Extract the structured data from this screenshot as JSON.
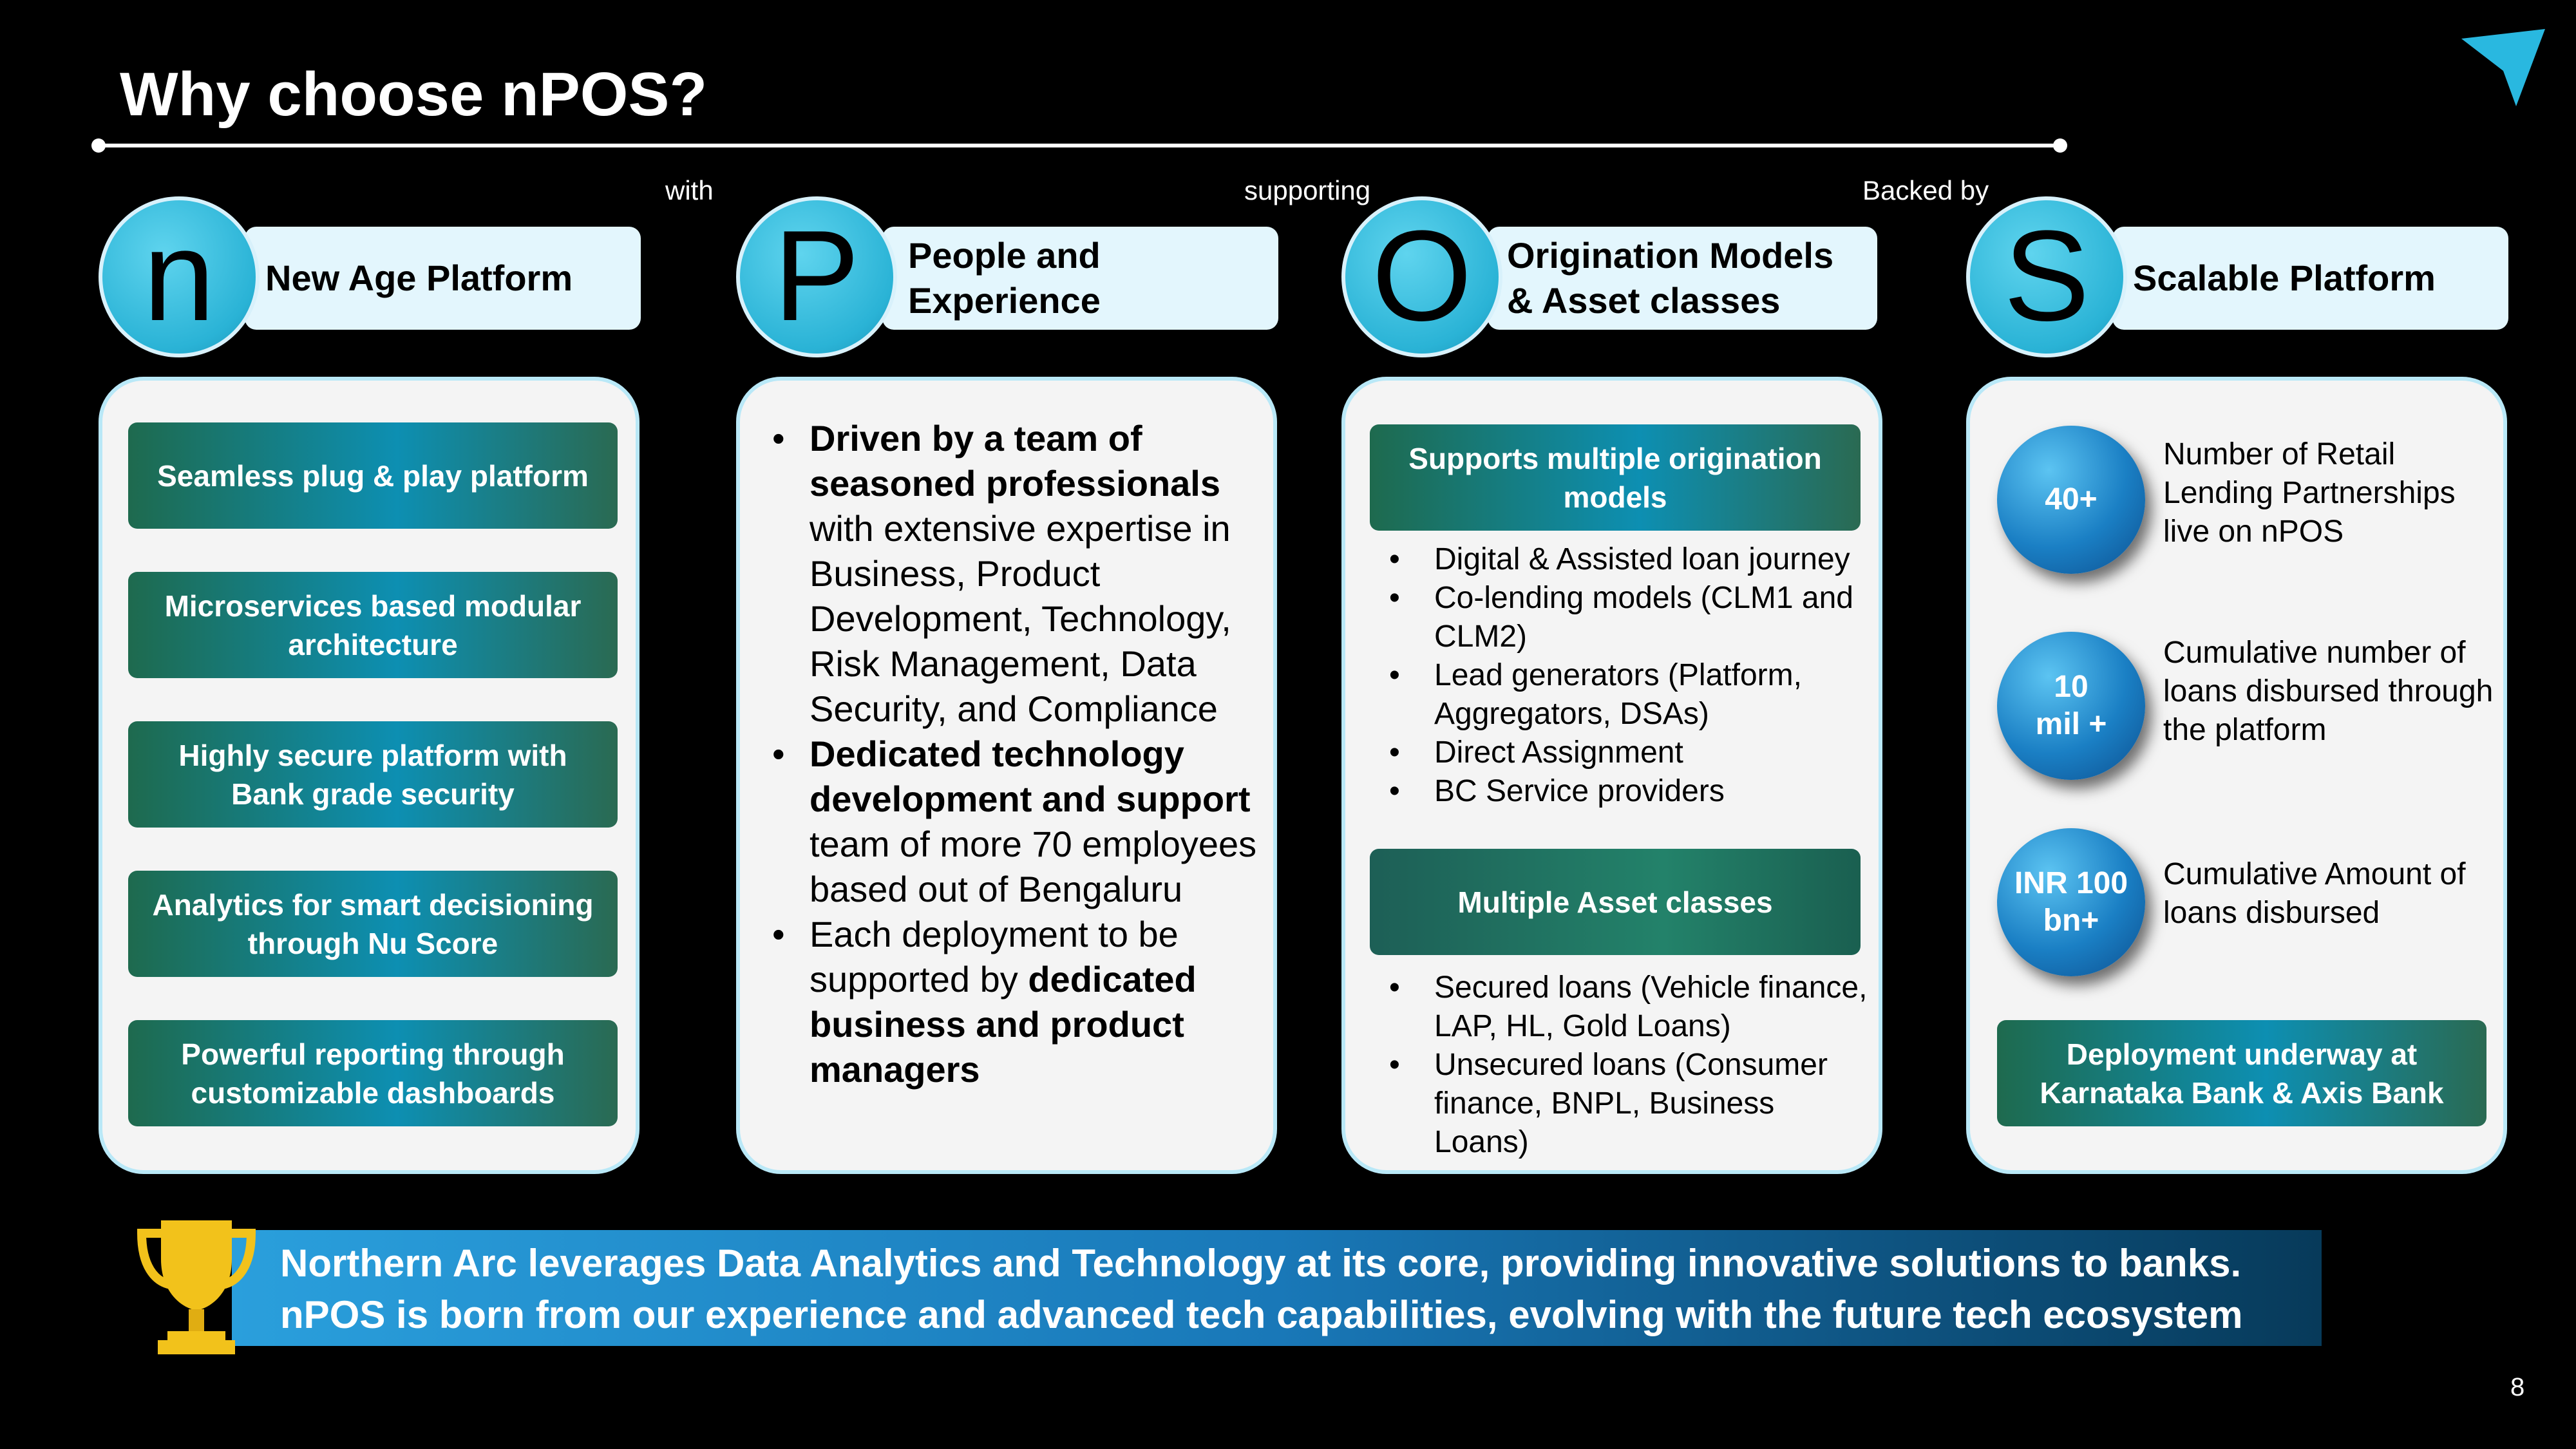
{
  "title": "Why choose nPOS?",
  "connectors": {
    "with": "with",
    "supporting": "supporting",
    "backed_by": "Backed by"
  },
  "columns": [
    {
      "letter": "n",
      "heading": "New Age Platform"
    },
    {
      "letter": "P",
      "heading": "People and\nExperience"
    },
    {
      "letter": "O",
      "heading": "Origination Models\n& Asset classes"
    },
    {
      "letter": "S",
      "heading": "Scalable Platform"
    }
  ],
  "n_features": [
    "Seamless plug & play platform",
    "Microservices based modular architecture",
    "Highly secure platform with Bank grade security",
    "Analytics for smart decisioning through Nu Score",
    "Powerful reporting through customizable dashboards"
  ],
  "people": {
    "b1_bold": "Driven by a team of seasoned professionals",
    "b1_rest": " with extensive expertise in Business, Product Development, Technology, Risk Management, Data Security, and Compliance",
    "b2_bold": "Dedicated technology development and support",
    "b2_rest": " team of more 70 employees based out of Bengaluru",
    "b3_pre": "Each deployment to be supported by ",
    "b3_bold": "dedicated business and product managers"
  },
  "origination": {
    "models_header": "Supports multiple origination models",
    "models": [
      "Digital & Assisted loan journey",
      "Co-lending models (CLM1 and CLM2)",
      "Lead generators (Platform, Aggregators, DSAs)",
      "Direct Assignment",
      "BC Service providers"
    ],
    "assets_header": "Multiple Asset classes",
    "assets": [
      "Secured loans (Vehicle finance, LAP, HL, Gold Loans)",
      "Unsecured loans (Consumer finance, BNPL, Business Loans)"
    ]
  },
  "scalable": {
    "stats": [
      {
        "l1": "40+",
        "l2": "",
        "desc": "Number of Retail Lending Partnerships live on nPOS"
      },
      {
        "l1": "10",
        "l2": "mil +",
        "desc": "Cumulative number of loans disbursed through the platform"
      },
      {
        "l1": "INR 100",
        "l2": "bn+",
        "desc": "Cumulative Amount of loans disbursed"
      }
    ],
    "deployment": "Deployment underway at Karnataka Bank & Axis Bank"
  },
  "banner": {
    "line1": "Northern Arc leverages Data Analytics and Technology at its core, providing innovative solutions to banks.",
    "line2": "nPOS is born from our experience and advanced tech capabilities, evolving with the future tech ecosystem"
  },
  "page_number": "8",
  "colors": {
    "background": "#000000",
    "accent": "#2ab3d6",
    "tab": "#e3f6fd",
    "card": "#f4f4f4",
    "trophy": "#f2c21b"
  },
  "icons": {
    "logo": "arrow-cursor-icon",
    "trophy": "trophy-icon"
  }
}
